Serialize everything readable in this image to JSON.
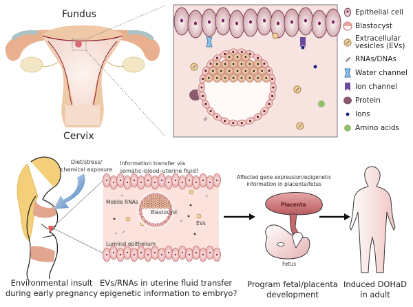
{
  "uterus": {
    "top_label": "Fundus",
    "bottom_label": "Cervix"
  },
  "legend": {
    "items": [
      {
        "icon": "epithelial-cell-icon",
        "label": "Epithelial cell",
        "color": "#c9a3a8"
      },
      {
        "icon": "blastocyst-icon",
        "label": "Blastocyst",
        "color": "#d26a6a"
      },
      {
        "icon": "extracellular-vesicle-icon",
        "label": "Extracellular vesicles (EVs)",
        "color": "#e0b47a"
      },
      {
        "icon": "rna-dna-icon",
        "label": "RNAs/DNAs",
        "color": "#777777"
      },
      {
        "icon": "water-channel-icon",
        "label": "Water channel",
        "color": "#6fa8d6"
      },
      {
        "icon": "ion-channel-icon",
        "label": "Ion channel",
        "color": "#6a4b9a"
      },
      {
        "icon": "protein-icon",
        "label": "Protein",
        "color": "#8a5a6e"
      },
      {
        "icon": "ion-dot-icon",
        "label": "Ions",
        "color": "#1a237e"
      },
      {
        "icon": "amino-acid-icon",
        "label": "Amino acids",
        "color": "#8fbf6a"
      }
    ]
  },
  "pathway": {
    "exposure_label": "Diet/stress/\nchemical exposure",
    "transfer_question": "Information transfer via\nsomatic–blood–uterine fluid?",
    "lumen_labels": {
      "mobile_rnas": "Mobile RNAs",
      "blastocyst": "Blastocyst",
      "evs": "EVs",
      "luminal_epithelium": "Luminal epithelium"
    },
    "placenta_note": "Affected gene expression/epigenetic\ninformation in placenta/fetus",
    "placenta_label": "Placenta",
    "fetus_label": "Fetus"
  },
  "captions": [
    {
      "line1": "Environmental insult",
      "line2": "during early pregnancy"
    },
    {
      "line1": "EVs/RNAs in uterine fluid transfer",
      "line2": "epigenetic information to embryo?"
    },
    {
      "line1": "Program fetal/placenta",
      "line2": "development"
    },
    {
      "line1": "Induced DOHaD",
      "line2": "in adult"
    }
  ],
  "colors": {
    "tissue_pink": "#f5e3e0",
    "cell_border": "#7a3e55",
    "nucleus": "#7a1a5a",
    "uterus_tan": "#eec9a4",
    "arrow_blue": "#2f6fb5",
    "arrow_black": "#111111"
  }
}
